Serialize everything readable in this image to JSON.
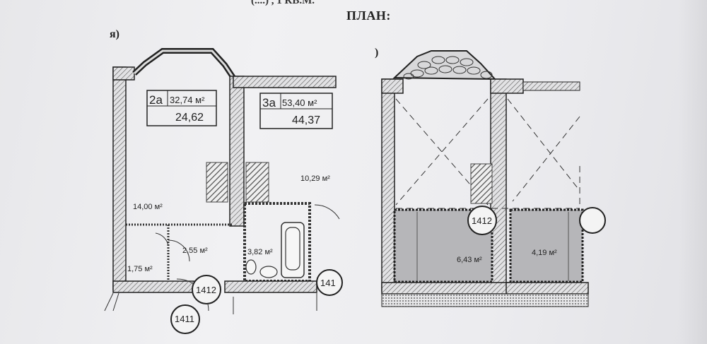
{
  "page": {
    "top_caption": "(....) , 1 КВ.М.",
    "heading": "ПЛАН:",
    "left_label": "я)",
    "right_label": ")"
  },
  "left_plan": {
    "apartment_2a": {
      "code": "2а",
      "total_area": "32,74 м²",
      "living_area": "24,62"
    },
    "apartment_3a": {
      "code": "3а",
      "total_area": "53,40 м²",
      "living_area": "44,37"
    },
    "rooms": [
      {
        "area": "14,00 м²"
      },
      {
        "area": "10,29 м²"
      },
      {
        "area": "2,55 м²"
      },
      {
        "area": "3,82 м²"
      },
      {
        "area": "1,75 м²"
      }
    ],
    "unit_markers": [
      "1412",
      "1411",
      "141"
    ]
  },
  "right_plan": {
    "rooms": [
      {
        "area": "6,43 м²"
      },
      {
        "area": "4,19 м²"
      }
    ],
    "unit_markers": [
      "1412"
    ]
  }
}
